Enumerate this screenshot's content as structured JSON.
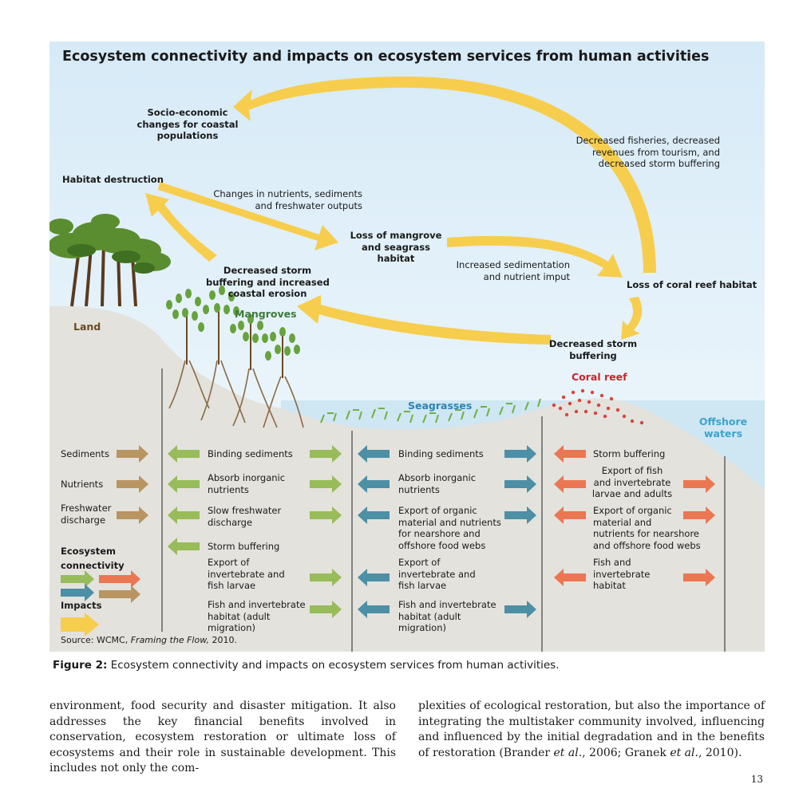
{
  "figure": {
    "title": "Ecosystem connectivity and impacts on ecosystem services from human activities",
    "zone_labels": {
      "land": "Land",
      "mangroves": "Mangroves",
      "seagrasses": "Seagrasses",
      "coral_reef": "Coral reef",
      "offshore_line1": "Offshore",
      "offshore_line2": "waters"
    },
    "colors": {
      "sky_top": "#ddeef8",
      "land": "#e3e2dd",
      "water": "#cfe6f3",
      "impact_arrow": "#f7cd4e",
      "land_arrow": "#b99562",
      "mangrove_arrow": "#97bc59",
      "seagrass_arrow": "#4d8fa5",
      "coral_arrow": "#ea7752",
      "mangrove_label": "#3d7a3a",
      "seagrass_label": "#2a85b0",
      "coral_label": "#c8262a",
      "offshore_label": "#3aa4cf",
      "land_label": "#6b4a22"
    },
    "cycle_nodes": {
      "socio": [
        "Socio-economic",
        "changes for coastal",
        "populations"
      ],
      "habitat_destruction": "Habitat destruction",
      "nutrients_change": [
        "Changes in nutrients, sediments",
        "and freshwater outputs"
      ],
      "loss_mangrove": [
        "Loss of mangrove",
        "and seagrass",
        "habitat"
      ],
      "sedimentation": [
        "Increased sedimentation",
        "and nutrient imput"
      ],
      "loss_coral": "Loss of coral reef habitat",
      "decreased_storm": [
        "Decreased storm",
        "buffering"
      ],
      "storm_erosion": [
        "Decreased storm",
        "buffering and increased",
        "coastal erosion"
      ],
      "fisheries": [
        "Decreased fisheries, decreased",
        "revenues from tourism, and",
        "decreased storm buffering"
      ]
    },
    "land_col": {
      "sediments": "Sediments",
      "nutrients": "Nutrients",
      "freshwater": [
        "Freshwater",
        "discharge"
      ]
    },
    "mangrove_col": [
      [
        "Binding sediments"
      ],
      [
        "Absorb inorganic",
        "nutrients"
      ],
      [
        "Slow freshwater",
        "discharge"
      ],
      [
        "Storm buffering"
      ],
      [
        "Export of",
        "invertebrate and",
        "fish larvae"
      ],
      [
        "Fish and invertebrate",
        "habitat (adult",
        "migration)"
      ]
    ],
    "seagrass_col": [
      [
        "Binding sediments"
      ],
      [
        "Absorb inorganic",
        "nutrients"
      ],
      [
        "Export of organic",
        "material and nutrients",
        "for nearshore and",
        "offshore food webs"
      ],
      [
        "Export of",
        "invertebrate and",
        "fish larvae"
      ],
      [
        "Fish and invertebrate",
        "habitat (adult",
        "migration)"
      ]
    ],
    "coral_col": [
      [
        "Storm buffering"
      ],
      [
        "Export of fish",
        "and invertebrate",
        "larvae and adults"
      ],
      [
        "Export of organic",
        "material and",
        "nutrients for nearshore",
        "and offshore food webs"
      ],
      [
        "Fish and",
        "invertebrate",
        "habitat"
      ]
    ],
    "legend": {
      "connectivity": [
        "Ecosystem",
        "connectivity"
      ],
      "impacts": "Impacts"
    },
    "source_prefix": "Source: WCMC, ",
    "source_italic": "Framing the Flow,",
    "source_suffix": " 2010."
  },
  "caption": {
    "label": "Figure 2:",
    "text": " Ecosystem connectivity and impacts on ecosystem services from human activities."
  },
  "body_text": {
    "left": "environment, food security and disaster mitigation. It also addresses the key financial benefits involved in conservation, ecosystem restoration or ultimate loss of ecosystems and their role in sustainable development. This includes not only the com-",
    "right_part1": "plexities of ecological restoration, but also the importance of integrating the multistaker community involved, influencing and influenced by the initial degradation and in the benefits of restoration (Brander ",
    "right_etal1": "et al.",
    "right_part2": ", 2006; Granek ",
    "right_etal2": "et al.",
    "right_part3": ", 2010)."
  },
  "page_number": "13"
}
